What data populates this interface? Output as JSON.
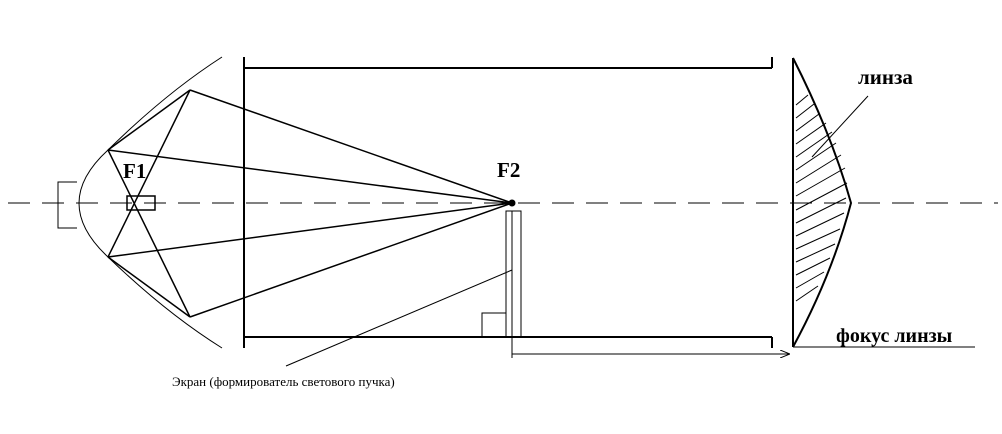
{
  "labels": {
    "f1": "F1",
    "f2": "F2",
    "lens": "линза",
    "lens_focus": "фокус линзы",
    "screen": "Экран (формирователь светового пучка)"
  },
  "colors": {
    "line": "#000000",
    "background": "#ffffff"
  }
}
